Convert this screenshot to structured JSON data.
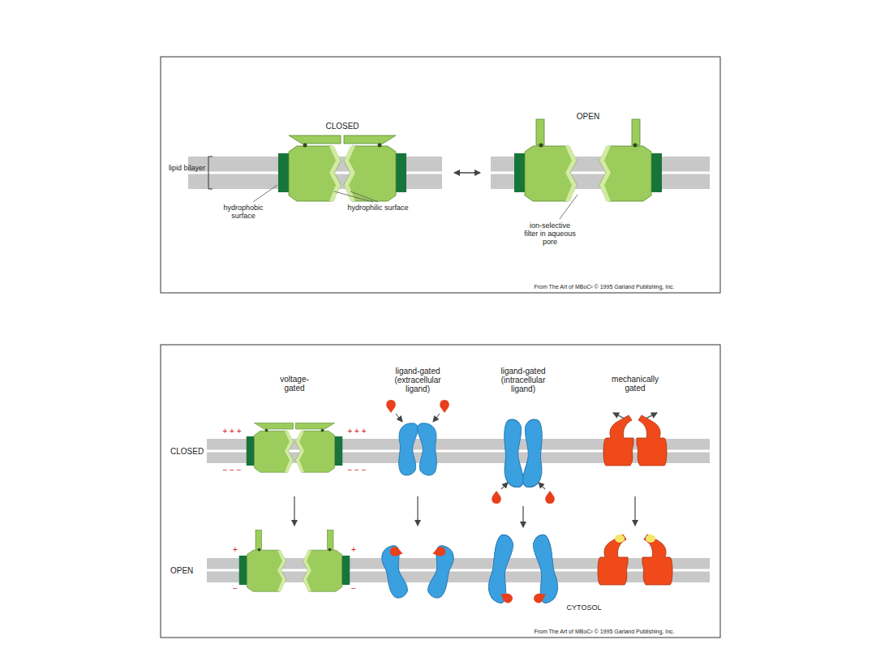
{
  "diagram": {
    "labels": [
      "CLOSED",
      "OPEN",
      "lipid bilayer",
      "hydrophobic surface",
      "hydrophilic surface",
      "ion-selective filter in aqueous pore",
      "From The Art of MBoC² © 1995 Garland Publishing, Inc.",
      "voltage-gated",
      "ligand-gated (extracellular ligand)",
      "ligand-gated (intracellular ligand)",
      "mechanically gated",
      "+ + +",
      "+ + +",
      "CLOSED",
      "− − −",
      "− − −",
      "+",
      "+",
      "OPEN",
      "−",
      "−",
      "CYTOSOL",
      "From The Art of MBoC² © 1995 Garland Publishing, Inc."
    ]
  }
}
